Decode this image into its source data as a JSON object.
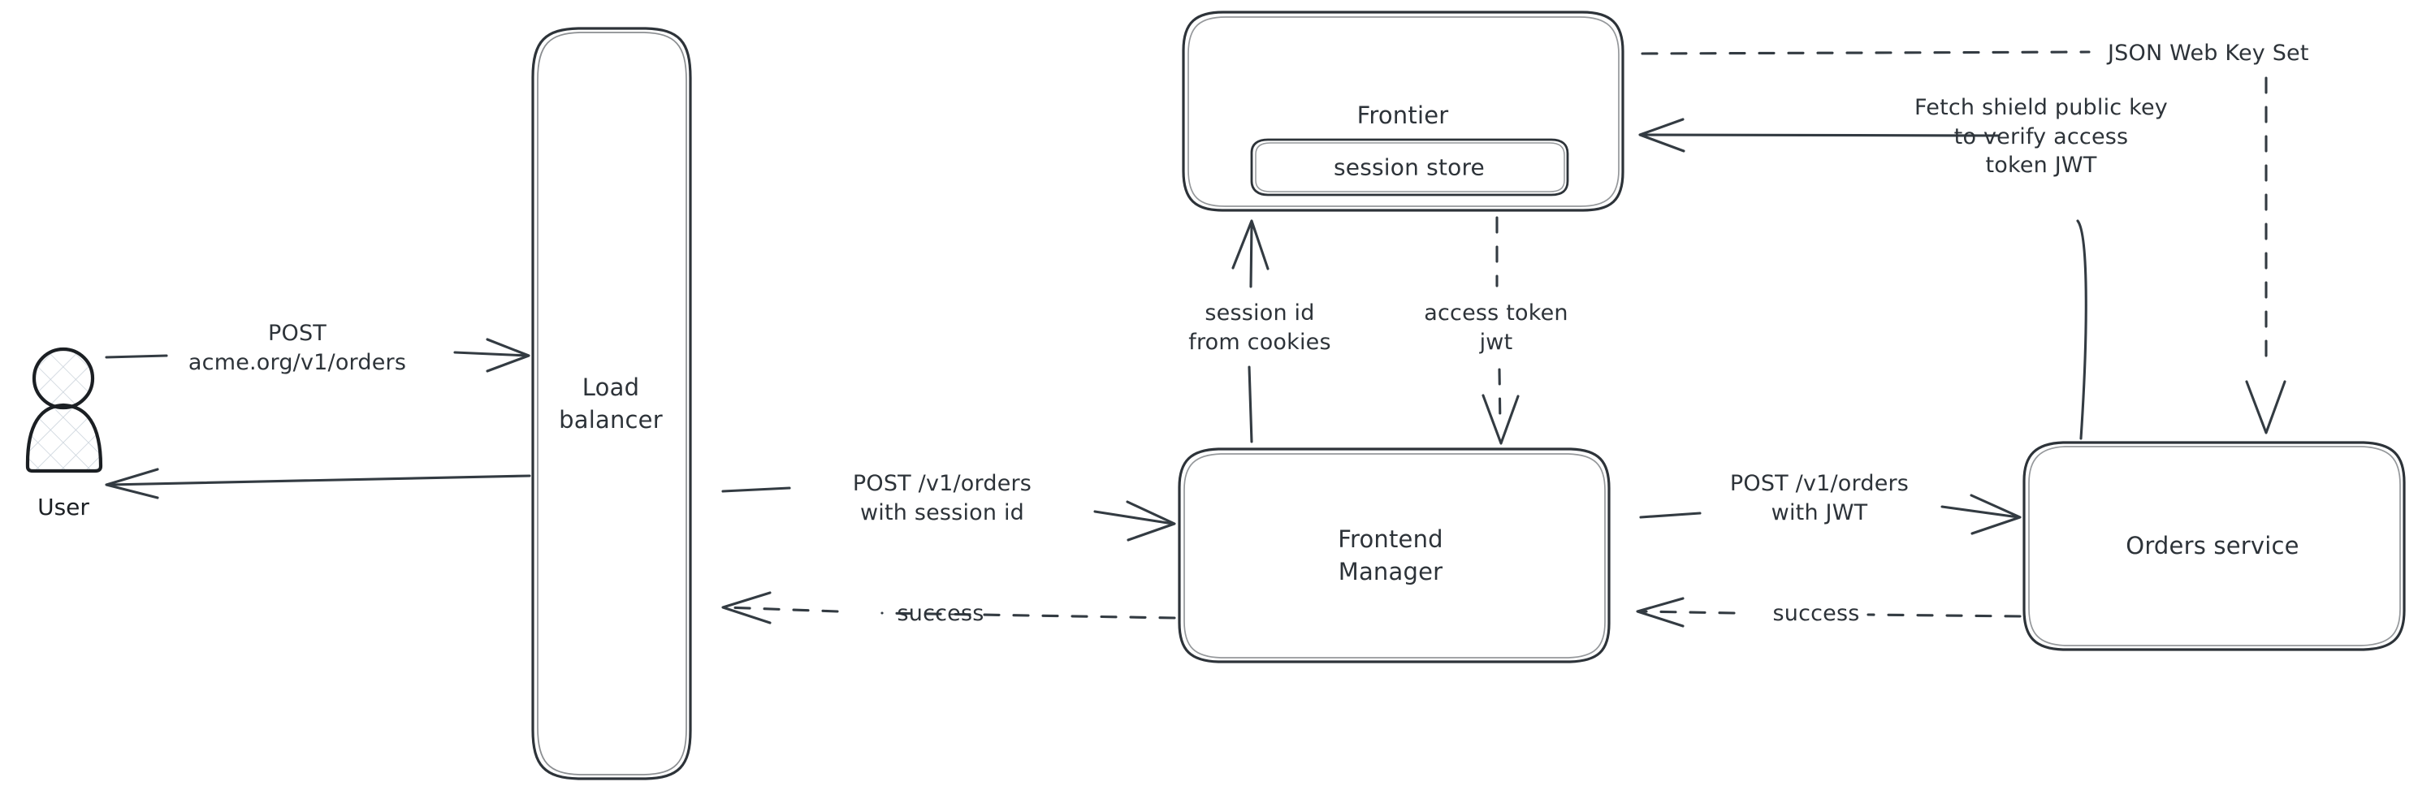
{
  "diagram": {
    "title": "Order request authentication flow",
    "style": "hand-drawn",
    "background_color": "#ffffff",
    "stroke_color": "#2d3339",
    "nodes": {
      "user": {
        "label": "User",
        "icon": "user-actor-icon"
      },
      "load_balancer": {
        "label": "Load\nbalancer"
      },
      "frontier": {
        "label": "Frontier"
      },
      "session_store": {
        "label": "session store"
      },
      "frontend_manager": {
        "label": "Frontend\nManager"
      },
      "orders_service": {
        "label": "Orders service"
      }
    },
    "edges": {
      "user_to_lb": {
        "label": "POST\nacme.org/v1/orders",
        "style": "solid",
        "direction": "right"
      },
      "lb_to_user": {
        "label": "",
        "style": "solid",
        "direction": "left"
      },
      "lb_to_fm": {
        "label": "POST /v1/orders\nwith session id",
        "style": "solid",
        "direction": "right"
      },
      "fm_to_lb": {
        "label": "success",
        "style": "dashed",
        "direction": "left"
      },
      "fm_to_frontier": {
        "label": "session id\nfrom cookies",
        "style": "solid",
        "direction": "up"
      },
      "frontier_to_fm": {
        "label": "access token\njwt",
        "style": "dashed",
        "direction": "down"
      },
      "fm_to_orders": {
        "label": "POST /v1/orders\nwith JWT",
        "style": "solid",
        "direction": "right"
      },
      "orders_to_fm": {
        "label": "success",
        "style": "dashed",
        "direction": "left"
      },
      "orders_to_frontier": {
        "label": "Fetch shield public key\nto verify access\ntoken JWT",
        "style": "solid",
        "direction": "left"
      },
      "frontier_to_orders": {
        "label": "JSON Web Key Set",
        "style": "dashed",
        "direction": "down"
      }
    }
  }
}
